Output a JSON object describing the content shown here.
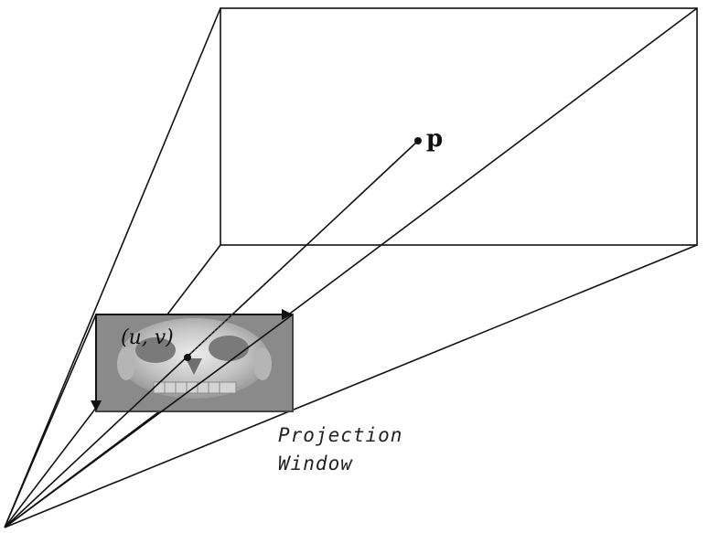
{
  "labels": {
    "point": "p",
    "window_coord": "(u, v)",
    "window_title_line1": "Projection",
    "window_title_line2": "Window"
  },
  "colors": {
    "stroke": "#111111",
    "window_fill": "#8a8a8a",
    "window_border": "#444444",
    "skull_light": "#e4e4e4",
    "skull_mid": "#bcbcbc"
  }
}
